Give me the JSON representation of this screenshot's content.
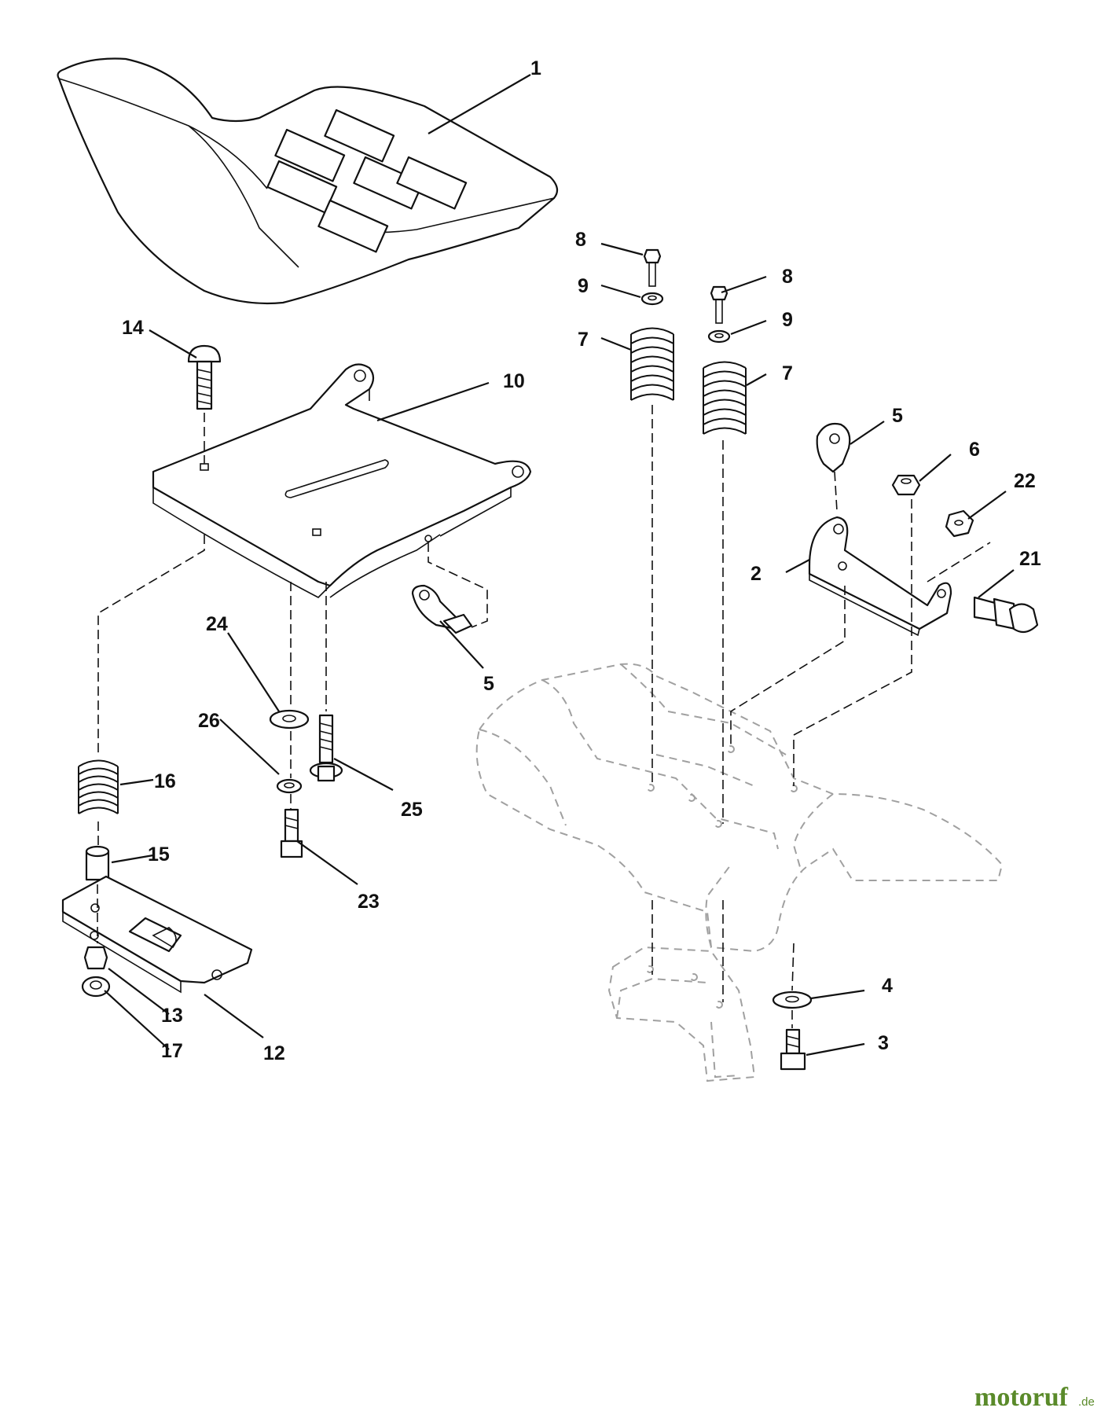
{
  "callouts": [
    {
      "label": "1"
    },
    {
      "label": "2"
    },
    {
      "label": "3"
    },
    {
      "label": "4"
    },
    {
      "label": "5"
    },
    {
      "label": "5"
    },
    {
      "label": "6"
    },
    {
      "label": "7"
    },
    {
      "label": "7"
    },
    {
      "label": "8"
    },
    {
      "label": "8"
    },
    {
      "label": "9"
    },
    {
      "label": "9"
    },
    {
      "label": "10"
    },
    {
      "label": "12"
    },
    {
      "label": "13"
    },
    {
      "label": "14"
    },
    {
      "label": "15"
    },
    {
      "label": "16"
    },
    {
      "label": "17"
    },
    {
      "label": "21"
    },
    {
      "label": "22"
    },
    {
      "label": "23"
    },
    {
      "label": "24"
    },
    {
      "label": "25"
    },
    {
      "label": "26"
    }
  ],
  "watermark": {
    "brand": "motoruf",
    "tld": ".de"
  }
}
